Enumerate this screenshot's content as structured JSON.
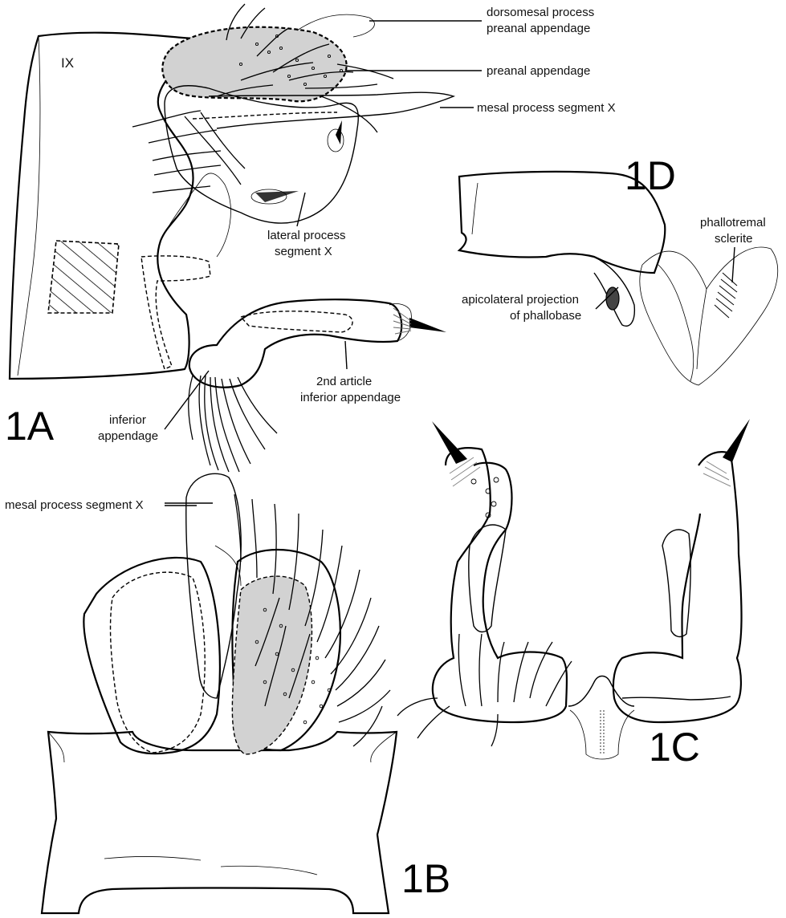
{
  "figure": {
    "panels": [
      {
        "id": "1A",
        "label": "1A",
        "roman": "IX"
      },
      {
        "id": "1B",
        "label": "1B"
      },
      {
        "id": "1C",
        "label": "1C"
      },
      {
        "id": "1D",
        "label": "1D"
      }
    ],
    "annotations": {
      "dorsomesal_1": "dorsomesal process",
      "dorsomesal_2": "preanal appendage",
      "preanal": "preanal appendage",
      "mesal_x": "mesal process segment X",
      "lateral_1": "lateral process",
      "lateral_2": "segment X",
      "second_article_1": "2nd article",
      "second_article_2": "inferior appendage",
      "inferior_1": "inferior",
      "inferior_2": "appendage",
      "mesal_x_b": "mesal process segment X",
      "phallotremal_1": "phallotremal",
      "phallotremal_2": "sclerite",
      "apicolateral_1": "apicolateral projection",
      "apicolateral_2": "of phallobase"
    },
    "colors": {
      "ink": "#000000",
      "shade": "#d2d2d2",
      "background": "#ffffff"
    }
  }
}
